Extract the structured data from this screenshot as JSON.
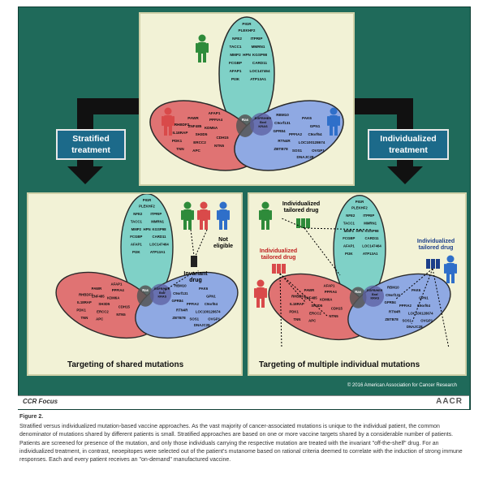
{
  "side_labels": {
    "stratified": [
      "Stratified",
      "treatment"
    ],
    "individualized": [
      "Individualized",
      "treatment"
    ]
  },
  "venn": {
    "top_genes": [
      "PIGR",
      "PLEKHF2",
      "NFE2",
      "ITPRIP",
      "TACC1",
      "MMRN1",
      "MMP2",
      "HPN",
      "KGSP98",
      "FCGBP",
      "CARD11",
      "AFAP1",
      "LOC147464",
      "PI3K",
      "ATP13A1"
    ],
    "left_genes": [
      "AFAP1",
      "PAWR",
      "PPFIA4",
      "RHBDF2",
      "ZNF485",
      "KDM6A",
      "IL18RAP",
      "SH3D5",
      "CDH15",
      "PDK1",
      "ERCC2",
      "NTN5",
      "TNN",
      "APC"
    ],
    "right_genes": [
      "RBM10",
      "PAK6",
      "C9orf131",
      "GPN1",
      "GPR84",
      "C9orf64",
      "PPFIA2",
      "RTN4R",
      "LOC100128674",
      "ZBTB78",
      "SOS1",
      "OVGP1",
      "DNAJC28"
    ],
    "center_genes": [
      "EGFR/HER",
      "Braf",
      "KRAS"
    ],
    "ras_label": "Ras"
  },
  "left_panel": {
    "title": "Targeting of shared mutations",
    "not_eligible": [
      "Not",
      "eligible"
    ],
    "drug": [
      "Invariant",
      "drug"
    ]
  },
  "right_panel": {
    "title": "Targeting of multiple individual mutations",
    "drug_top": [
      "Individualized",
      "tailored drug"
    ],
    "drug_left": [
      "Individualized",
      "tailored drug"
    ],
    "drug_right": [
      "Individualized",
      "tailored drug"
    ]
  },
  "copyright": "© 2016 American Association for Cancer Research",
  "journal": "CCR Focus",
  "publisher": "AACR",
  "figure_number": "Figure 2.",
  "caption": "Stratified versus individualized mutation-based vaccine approaches. As the vast majority of cancer-associated mutations is unique to the individual patient, the common denominator of mutations shared by different patients is small. Stratified approaches are based on one or more vaccine targets shared by a considerable number of patients. Patients are screened for presence of the mutation, and only those individuals carrying the respective mutation are treated with the invariant \"off-the-shelf\" drug. For an individualized treatment, in contrast, neoepitopes were selected out of the patient's mutanome based on rational criteria deemed to correlate with the induction of strong immune responses. Each and every patient receives an \"on-demand\" manufactured vaccine.",
  "colors": {
    "top": "#7fd1c7",
    "left": "#e07373",
    "right": "#8fa9e3",
    "green_person": "#2e8b3a",
    "red_person": "#d94a4a",
    "blue_person": "#2f6fc9",
    "bg": "#1f6a5a"
  }
}
